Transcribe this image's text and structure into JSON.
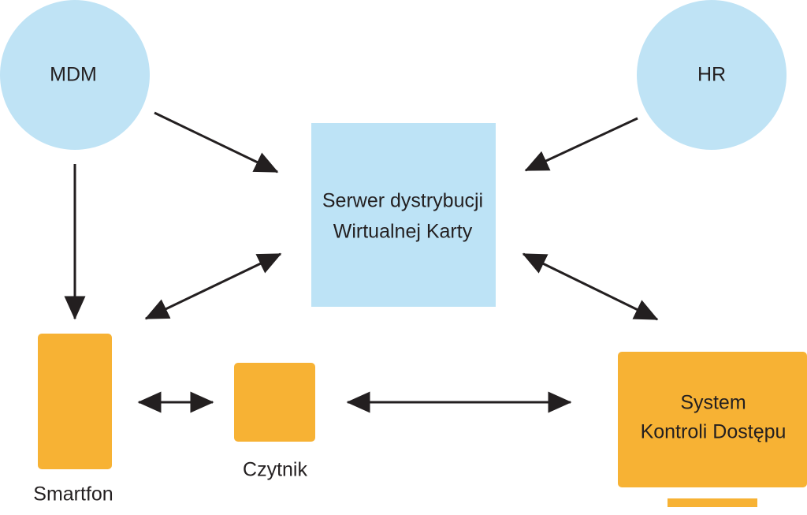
{
  "nodes": {
    "mdm": {
      "label": "MDM"
    },
    "hr": {
      "label": "HR"
    },
    "server": {
      "line1": "Serwer dystrybucji",
      "line2": "Wirtualnej Karty"
    },
    "smartphone": {
      "label": "Smartfon"
    },
    "reader": {
      "label": "Czytnik"
    },
    "access_system": {
      "line1": "System",
      "line2": "Kontroli Dostępu"
    }
  },
  "edges": [
    {
      "from": "MDM",
      "to": "Serwer dystrybucji Wirtualnej Karty",
      "direction": "one-way"
    },
    {
      "from": "HR",
      "to": "Serwer dystrybucji Wirtualnej Karty",
      "direction": "one-way"
    },
    {
      "from": "MDM",
      "to": "Smartfon",
      "direction": "one-way"
    },
    {
      "from": "Smartfon",
      "to": "Serwer dystrybucji Wirtualnej Karty",
      "direction": "two-way"
    },
    {
      "from": "Serwer dystrybucji Wirtualnej Karty",
      "to": "System Kontroli Dostępu",
      "direction": "two-way"
    },
    {
      "from": "Smartfon",
      "to": "Czytnik",
      "direction": "two-way"
    },
    {
      "from": "Czytnik",
      "to": "System Kontroli Dostępu",
      "direction": "two-way"
    }
  ],
  "colors": {
    "circle_fill": "#bfe3f5",
    "server_fill": "#bde3f6",
    "device_fill": "#f7b234",
    "arrow": "#231f20"
  }
}
